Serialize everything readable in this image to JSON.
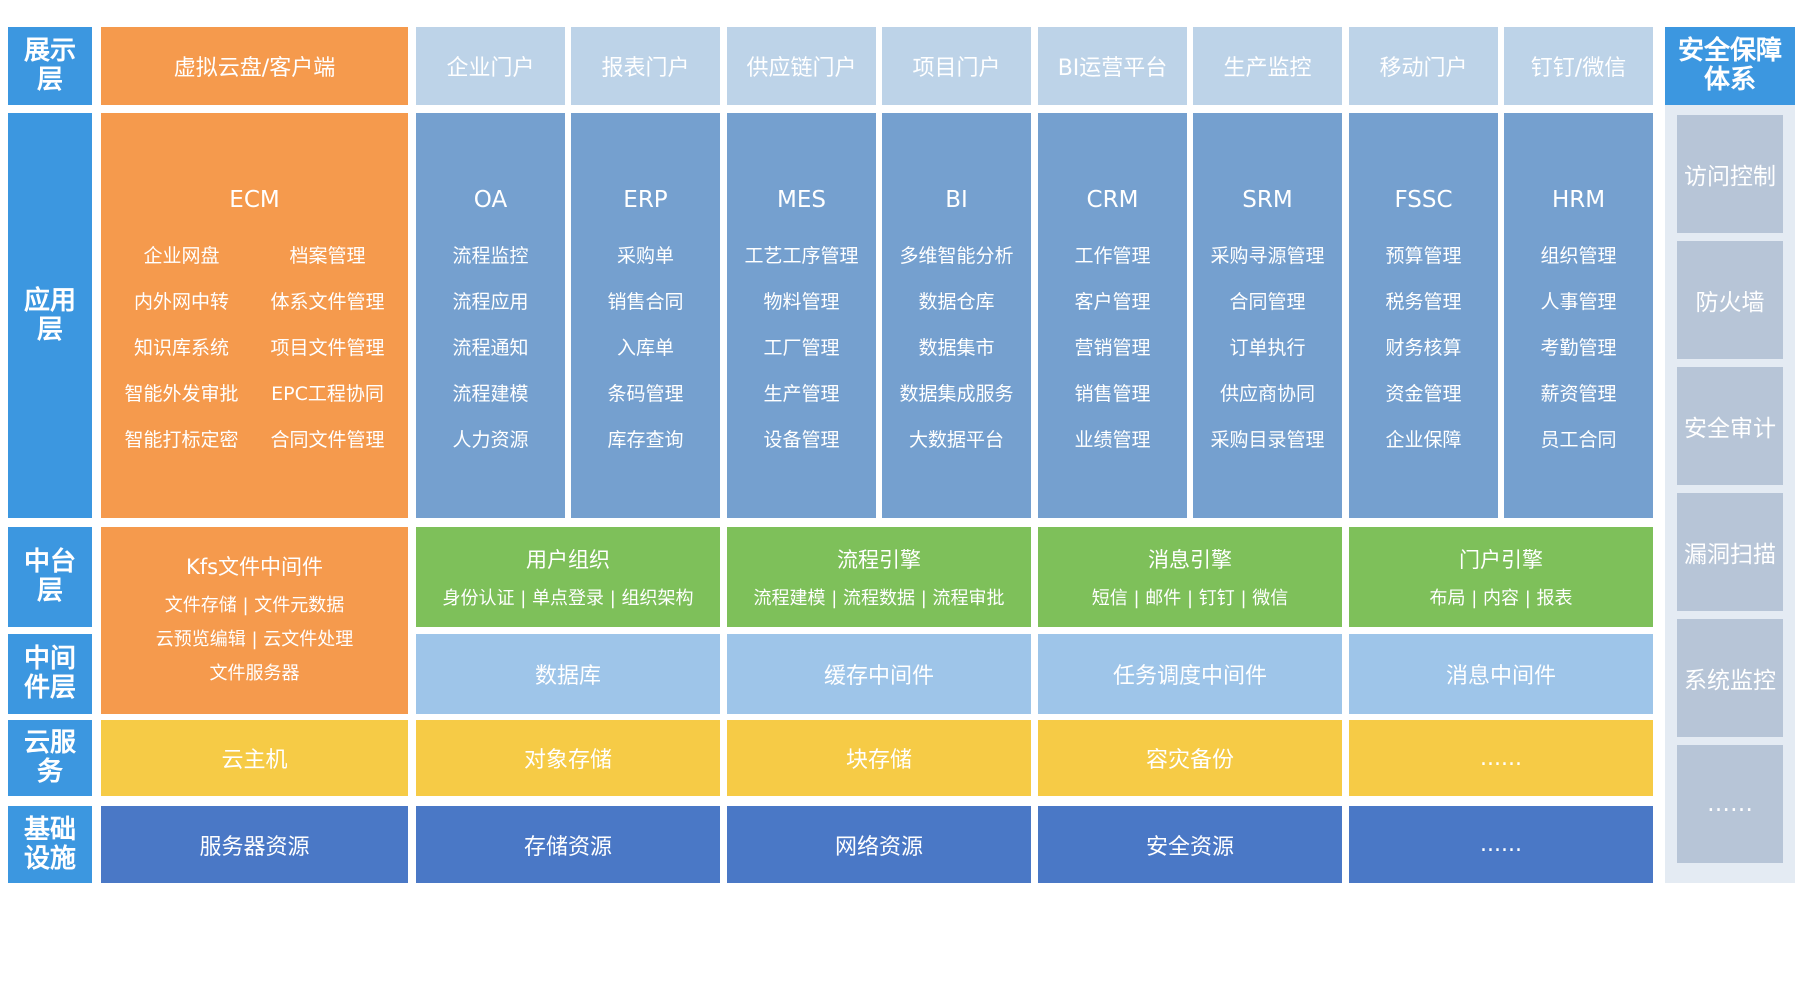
{
  "layers": {
    "display": [
      "展示",
      "层"
    ],
    "application": [
      "应用",
      "层"
    ],
    "middle_platform": [
      "中台",
      "层"
    ],
    "middleware": [
      "中间",
      "件层"
    ],
    "cloud": [
      "云服",
      "务"
    ],
    "infrastructure": [
      "基础",
      "设施"
    ]
  },
  "security": {
    "title": [
      "安全保障",
      "体系"
    ],
    "items": [
      "访问控制",
      "防火墙",
      "安全审计",
      "漏洞扫描",
      "系统监控",
      "……"
    ]
  },
  "display_row": [
    "虚拟云盘/客户端",
    "企业门户",
    "报表门户",
    "供应链门户",
    "项目门户",
    "BI运营平台",
    "生产监控",
    "移动门户",
    "钉钉/微信"
  ],
  "ecm": {
    "title": "ECM",
    "items": [
      "企业网盘",
      "档案管理",
      "内外网中转",
      "体系文件管理",
      "知识库系统",
      "项目文件管理",
      "智能外发审批",
      "EPC工程协同",
      "智能打标定密",
      "合同文件管理"
    ]
  },
  "apps": [
    {
      "title": "OA",
      "items": [
        "流程监控",
        "流程应用",
        "流程通知",
        "流程建模",
        "人力资源"
      ]
    },
    {
      "title": "ERP",
      "items": [
        "采购单",
        "销售合同",
        "入库单",
        "条码管理",
        "库存查询"
      ]
    },
    {
      "title": "MES",
      "items": [
        "工艺工序管理",
        "物料管理",
        "工厂管理",
        "生产管理",
        "设备管理"
      ]
    },
    {
      "title": "BI",
      "items": [
        "多维智能分析",
        "数据仓库",
        "数据集市",
        "数据集成服务",
        "大数据平台"
      ]
    },
    {
      "title": "CRM",
      "items": [
        "工作管理",
        "客户管理",
        "营销管理",
        "销售管理",
        "业绩管理"
      ]
    },
    {
      "title": "SRM",
      "items": [
        "采购寻源管理",
        "合同管理",
        "订单执行",
        "供应商协同",
        "采购目录管理"
      ]
    },
    {
      "title": "FSSC",
      "items": [
        "预算管理",
        "税务管理",
        "财务核算",
        "资金管理",
        "企业保障"
      ]
    },
    {
      "title": "HRM",
      "items": [
        "组织管理",
        "人事管理",
        "考勤管理",
        "薪资管理",
        "员工合同"
      ]
    }
  ],
  "kfs": {
    "title": "Kfs文件中间件",
    "lines": [
      "文件存储 | 文件元数据",
      "云预览编辑 | 云文件处理",
      "文件服务器"
    ]
  },
  "engines": [
    {
      "title": "用户组织",
      "sub": "身份认证 | 单点登录 | 组织架构"
    },
    {
      "title": "流程引擎",
      "sub": "流程建模 | 流程数据 | 流程审批"
    },
    {
      "title": "消息引擎",
      "sub": "短信 | 邮件 | 钉钉 | 微信"
    },
    {
      "title": "门户引擎",
      "sub": "布局 | 内容 | 报表"
    }
  ],
  "middleware_row": [
    "数据库",
    "缓存中间件",
    "任务调度中间件",
    "消息中间件"
  ],
  "cloud_row": [
    "云主机",
    "对象存储",
    "块存储",
    "容灾备份",
    "......"
  ],
  "infra_row": [
    "服务器资源",
    "存储资源",
    "网络资源",
    "安全资源",
    "......"
  ],
  "colors": {
    "label_blue": "#3c97e0",
    "orange": "#f59a4d",
    "portal_pale": "#bdd3e8",
    "app_steel": "#75a0cf",
    "engine_green": "#7ec05a",
    "middleware_light": "#9ec5e9",
    "cloud_yellow": "#f6cb46",
    "infra_blue": "#4a78c6",
    "security_gray": "#b7c5d7"
  }
}
